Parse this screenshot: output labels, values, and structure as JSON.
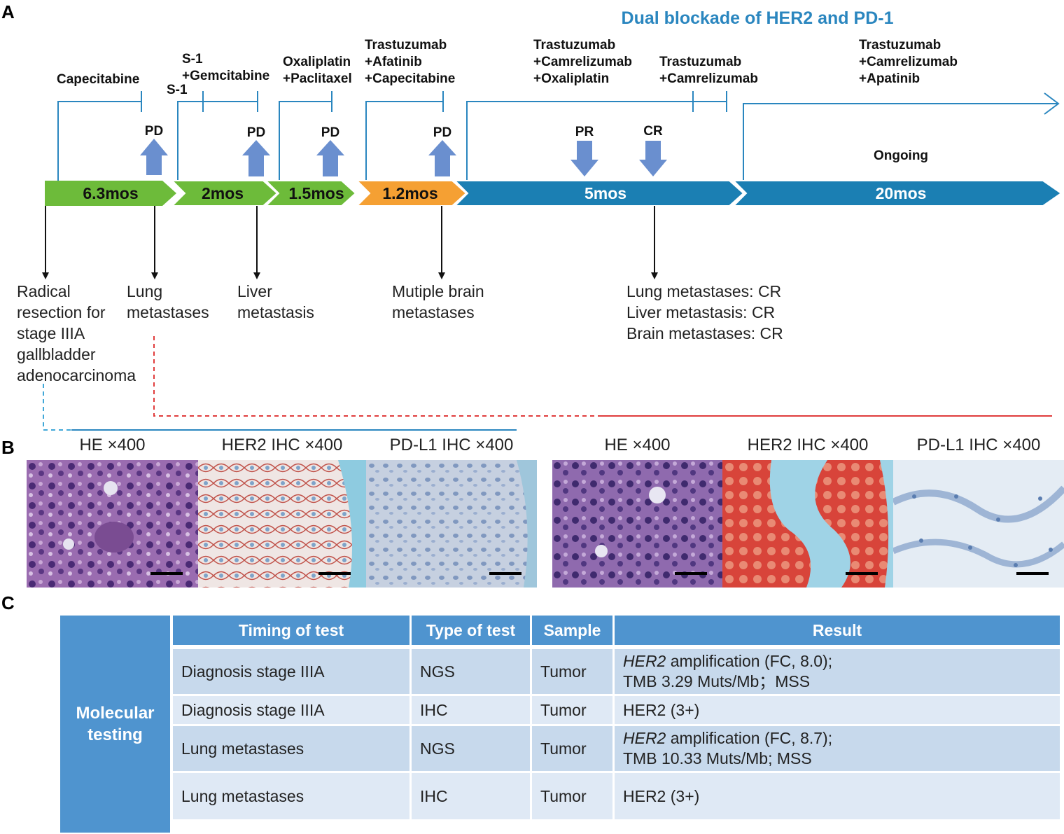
{
  "panel_labels": {
    "a": "A",
    "b": "B",
    "c": "C"
  },
  "dual_blockade_title": "Dual blockade of HER2 and PD-1",
  "colors": {
    "phase_green": "#6dbb3a",
    "phase_orange": "#f5a033",
    "phase_blue": "#1b7fb3",
    "bracket_blue": "#2a86bf",
    "progress_arrow": "#6a8fcf",
    "table_header": "#4f94cf",
    "red_dashed": "#e03c3c",
    "blue_dashed": "#41a8d8"
  },
  "regimens": [
    {
      "lines": [
        "Capecitabine"
      ]
    },
    {
      "lines": [
        "S-1",
        "+Gemcitabine"
      ],
      "marker": "S-1"
    },
    {
      "lines": [
        "Oxaliplatin",
        "+Paclitaxel"
      ]
    },
    {
      "lines": [
        "Trastuzumab",
        "+Afatinib",
        "+Capecitabine"
      ]
    },
    {
      "lines": [
        "Trastuzumab",
        "+Camrelizumab",
        "+Oxaliplatin"
      ]
    },
    {
      "lines": [
        "Trastuzumab",
        "+Camrelizumab"
      ]
    },
    {
      "lines": [
        "Trastuzumab",
        "+Camrelizumab",
        "+Apatinib"
      ]
    }
  ],
  "response_markers": [
    {
      "label": "PD",
      "direction": "up"
    },
    {
      "label": "PD",
      "direction": "up"
    },
    {
      "label": "PD",
      "direction": "up"
    },
    {
      "label": "PD",
      "direction": "up"
    },
    {
      "label": "PR",
      "direction": "down"
    },
    {
      "label": "CR",
      "direction": "down"
    }
  ],
  "ongoing_label": "Ongoing",
  "phases": [
    {
      "duration": "6.3mos",
      "color": "green"
    },
    {
      "duration": "2mos",
      "color": "green"
    },
    {
      "duration": "1.5mos",
      "color": "green"
    },
    {
      "duration": "1.2mos",
      "color": "orange"
    },
    {
      "duration": "5mos",
      "color": "blue"
    },
    {
      "duration": "20mos",
      "color": "blue"
    }
  ],
  "events": [
    {
      "lines": [
        "Radical",
        "resection for",
        "stage IIIA",
        "gallbladder",
        "adenocarcinoma"
      ]
    },
    {
      "lines": [
        "Lung",
        "metastases"
      ]
    },
    {
      "lines": [
        "Liver",
        "metastasis"
      ]
    },
    {
      "lines": [
        "Mutiple brain",
        "metastases"
      ]
    },
    {
      "lines": [
        "Lung metastases: CR",
        "Liver metastasis: CR",
        "Brain metastases: CR"
      ]
    }
  ],
  "image_captions": [
    "HE ×400",
    "HER2 IHC ×400",
    "PD-L1 IHC ×400",
    "HE ×400",
    "HER2 IHC ×400",
    "PD-L1 IHC ×400"
  ],
  "table": {
    "side_label": "Molecular testing",
    "headers": [
      "Timing of test",
      "Type of test",
      "Sample",
      "Result"
    ],
    "rows": [
      {
        "timing": "Diagnosis stage IIIA",
        "type": "NGS",
        "sample": "Tumor",
        "gene": "HER2",
        "result_line1_rest": " amplification (FC, 8.0);",
        "result_line2": "TMB 3.29 Muts/Mb；MSS"
      },
      {
        "timing": "Diagnosis stage IIIA",
        "type": "IHC",
        "sample": "Tumor",
        "result_line1": "HER2 (3+)"
      },
      {
        "timing": "Lung metastases",
        "type": "NGS",
        "sample": "Tumor",
        "gene": "HER2",
        "result_line1_rest": " amplification (FC, 8.7);",
        "result_line2": "TMB 10.33 Muts/Mb; MSS"
      },
      {
        "timing": "Lung metastases",
        "type": "IHC",
        "sample": "Tumor",
        "result_line1": "HER2 (3+)"
      }
    ]
  }
}
